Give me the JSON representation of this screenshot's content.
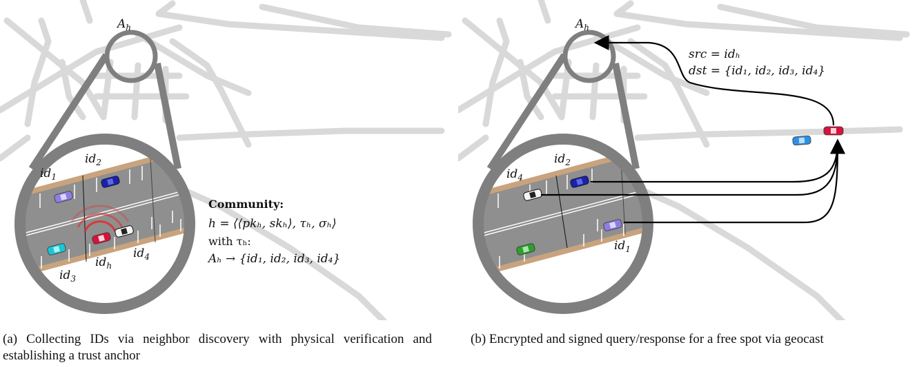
{
  "panel_a": {
    "anchor_label": "A",
    "anchor_sub": "h",
    "labels": {
      "id1": {
        "base": "id",
        "sub": "1"
      },
      "id2": {
        "base": "id",
        "sub": "2"
      },
      "id3": {
        "base": "id",
        "sub": "3"
      },
      "id4": {
        "base": "id",
        "sub": "4"
      },
      "idh": {
        "base": "id",
        "sub": "h"
      }
    },
    "community": {
      "heading": "Community:",
      "line1": "h = ⟨⟨pkₕ, skₕ⟩, τₕ, σₕ⟩",
      "line2": "with τₕ:",
      "line3": "Aₕ → {id₁, id₂, id₃, id₄}"
    },
    "caption": "(a) Collecting IDs via neighbor discovery with physical verification and establishing a trust anchor"
  },
  "panel_b": {
    "anchor_label": "A",
    "anchor_sub": "h",
    "labels": {
      "id1": {
        "base": "id",
        "sub": "1"
      },
      "id2": {
        "base": "id",
        "sub": "2"
      },
      "id4": {
        "base": "id",
        "sub": "4"
      }
    },
    "message": {
      "src": "src = idₕ",
      "dst": "dst = {id₁, id₂, id₃, id₄}"
    },
    "caption": "(b) Encrypted and signed query/response for a free spot via geocast"
  },
  "colors": {
    "street": "#d9d9d9",
    "lens": "#7f7f7f",
    "road": "#8a8a8a",
    "sidewalk": "#c8a37e",
    "arrow": "#000000",
    "car_red": "#d5143c",
    "car_blue": "#1a22a8",
    "car_purple": "#8f7ee0",
    "car_cyan": "#19c6d6",
    "car_green": "#2f9e2f",
    "car_white": "#f4f4f4",
    "car_lightblue": "#2f8fe0",
    "signal": "#e03030"
  }
}
